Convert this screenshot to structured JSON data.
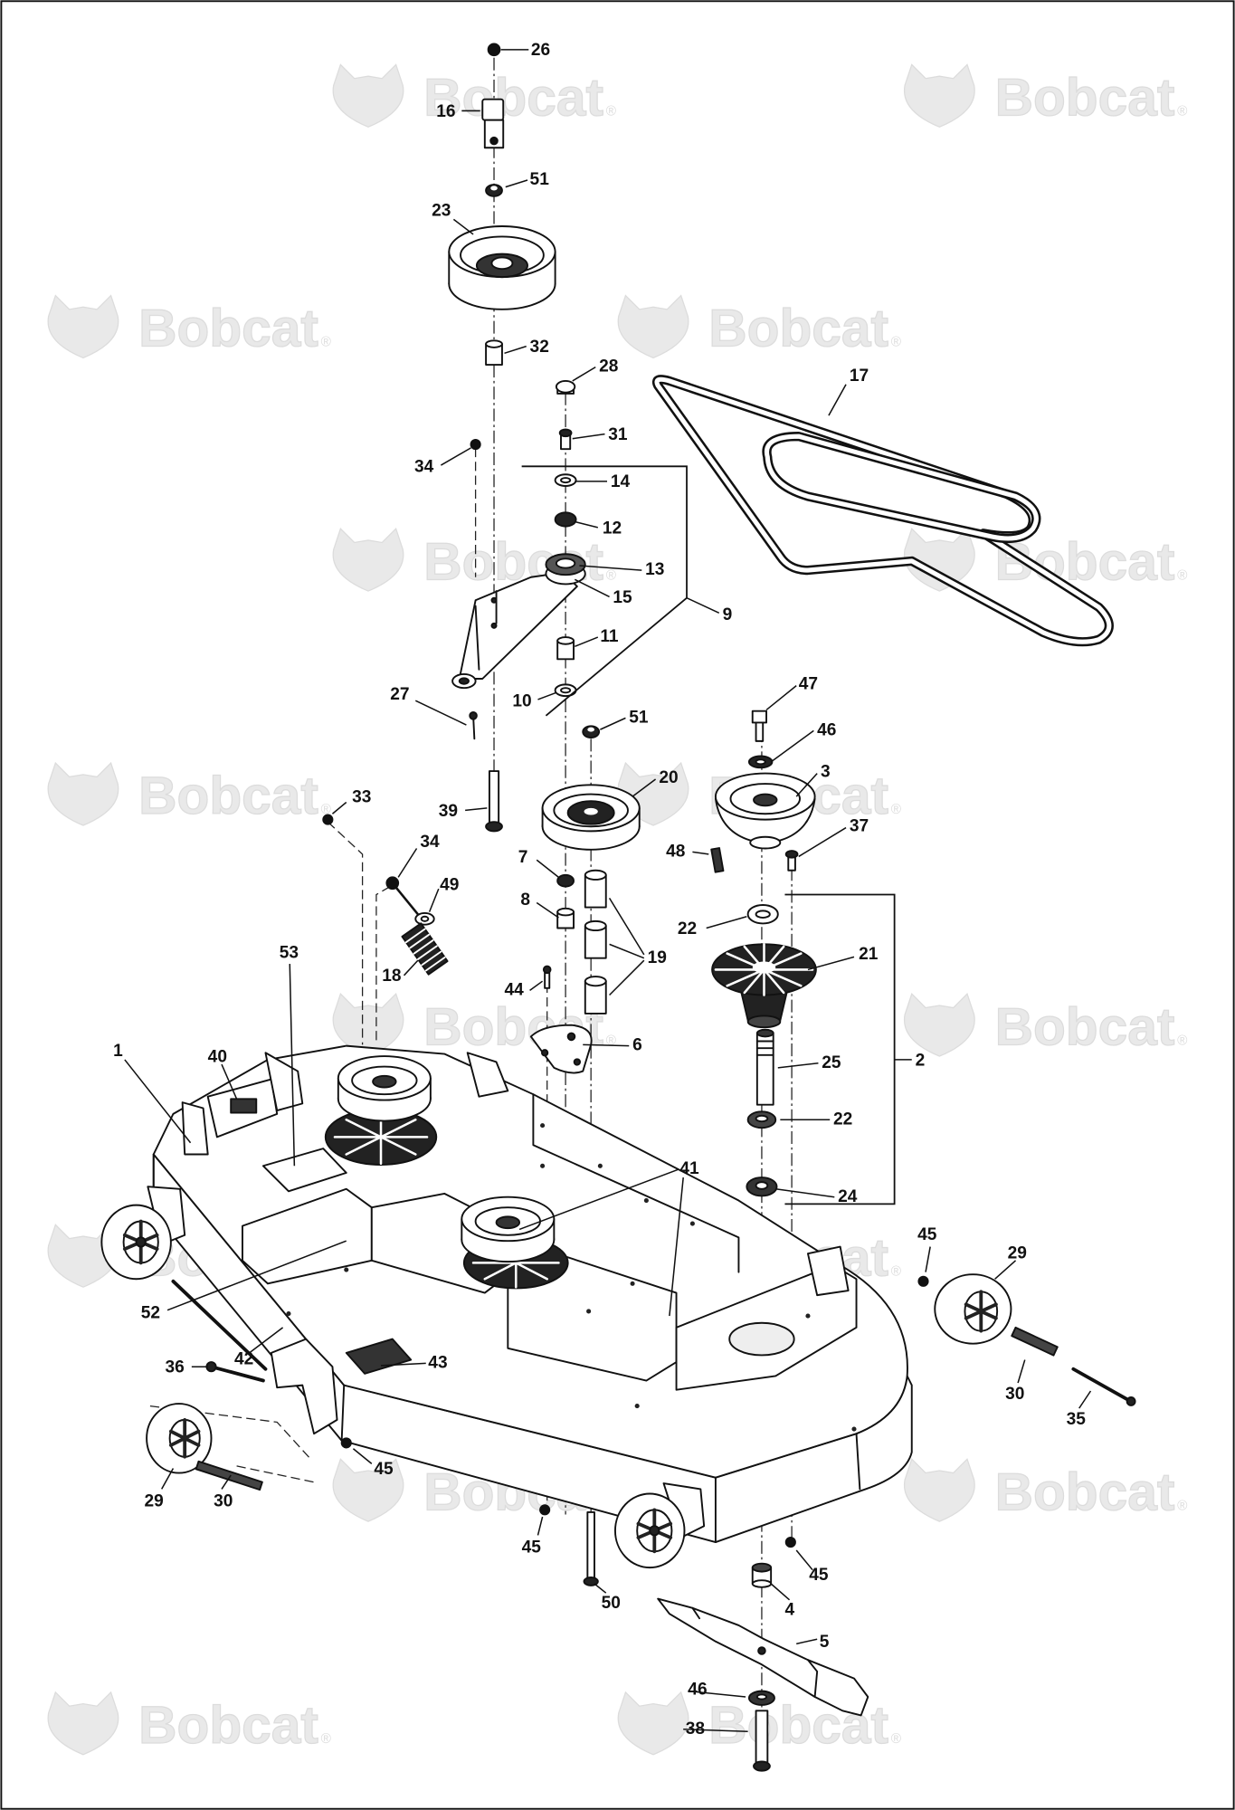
{
  "diagram": {
    "callouts": [
      "26",
      "16",
      "51",
      "23",
      "32",
      "28",
      "31",
      "17",
      "34",
      "14",
      "12",
      "13",
      "15",
      "9",
      "11",
      "10",
      "27",
      "47",
      "51",
      "46",
      "3",
      "20",
      "33",
      "39",
      "37",
      "34",
      "48",
      "7",
      "49",
      "8",
      "22",
      "21",
      "53",
      "19",
      "18",
      "44",
      "6",
      "1",
      "40",
      "2",
      "25",
      "22",
      "41",
      "24",
      "45",
      "29",
      "52",
      "42",
      "36",
      "43",
      "30",
      "35",
      "45",
      "29",
      "30",
      "45",
      "45",
      "50",
      "4",
      "5",
      "46",
      "38"
    ]
  },
  "watermark": {
    "brand": "Bobcat",
    "mark": "®",
    "color": "#e9e9e9"
  }
}
